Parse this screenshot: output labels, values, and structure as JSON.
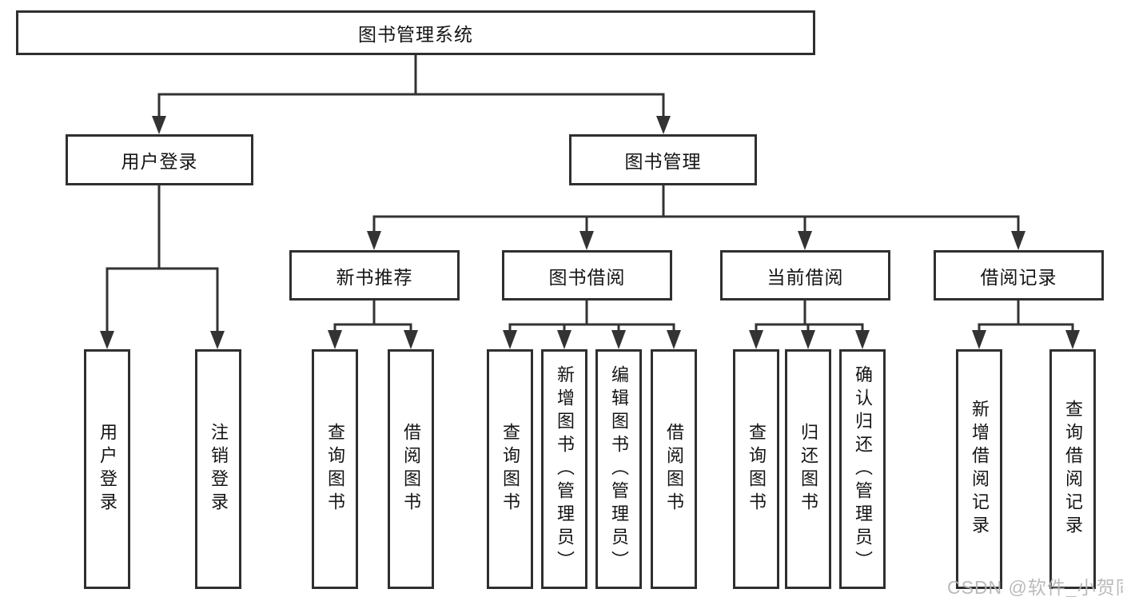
{
  "tree": {
    "root": {
      "label": "图书管理系统"
    },
    "branches": [
      {
        "label": "用户登录",
        "children": [
          {
            "label": "用户登录"
          },
          {
            "label": "注销登录"
          }
        ]
      },
      {
        "label": "图书管理",
        "children": [
          {
            "label": "新书推荐",
            "children": [
              {
                "label": "查询图书"
              },
              {
                "label": "借阅图书"
              }
            ]
          },
          {
            "label": "图书借阅",
            "children": [
              {
                "label": "查询图书"
              },
              {
                "label": "新增图书（管理员）"
              },
              {
                "label": "编辑图书（管理员）"
              },
              {
                "label": "借阅图书"
              }
            ]
          },
          {
            "label": "当前借阅",
            "children": [
              {
                "label": "查询图书"
              },
              {
                "label": "归还图书"
              },
              {
                "label": "确认归还（管理员）"
              }
            ]
          },
          {
            "label": "借阅记录",
            "children": [
              {
                "label": "新增借阅记录"
              },
              {
                "label": "查询借阅记录"
              }
            ]
          }
        ]
      }
    ]
  },
  "watermark": {
    "text": "CSDN @软件_小贺同学"
  },
  "colors": {
    "line": "#333333",
    "box_border": "#2f2f2f",
    "text": "#141414",
    "watermark": "#b5b5b5",
    "background": "#ffffff"
  }
}
